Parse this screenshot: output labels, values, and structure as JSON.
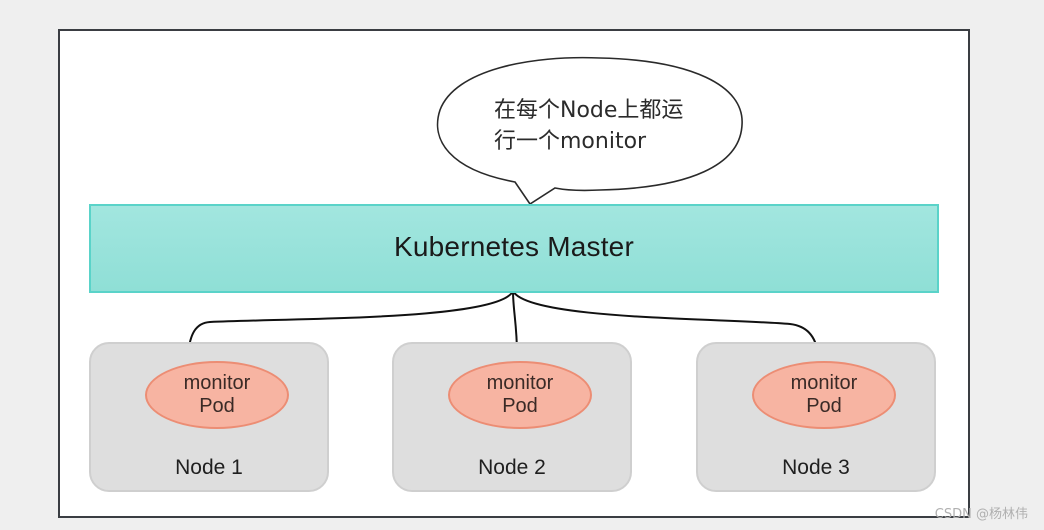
{
  "diagram": {
    "callout": {
      "line1": "在每个Node上都运",
      "line2": "行一个monitor"
    },
    "master": {
      "label": "Kubernetes Master",
      "fill_color": "#9be3dc",
      "border_color": "#5ad3c9"
    },
    "nodes": [
      {
        "label": "Node 1",
        "pod": {
          "line1": "monitor",
          "line2": "Pod"
        }
      },
      {
        "label": "Node 2",
        "pod": {
          "line1": "monitor",
          "line2": "Pod"
        }
      },
      {
        "label": "Node 3",
        "pod": {
          "line1": "monitor",
          "line2": "Pod"
        }
      }
    ],
    "colors": {
      "node_fill": "#dedede",
      "pod_fill": "#f7b4a2",
      "pod_border": "#ec8d74",
      "arrow": "#111111"
    },
    "edges": [
      {
        "from": "Kubernetes Master",
        "to": "Node 1"
      },
      {
        "from": "Kubernetes Master",
        "to": "Node 2"
      },
      {
        "from": "Kubernetes Master",
        "to": "Node 3"
      }
    ]
  },
  "watermark": "CSDN @杨林伟"
}
